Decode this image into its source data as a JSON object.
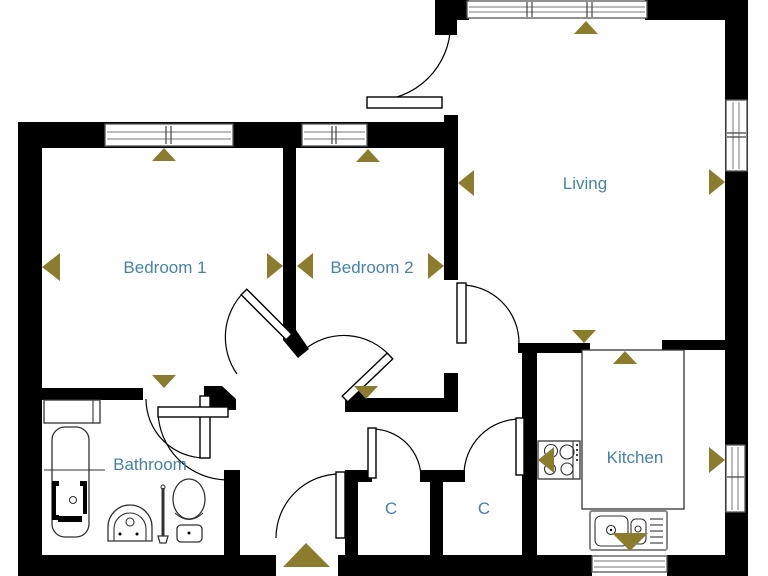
{
  "rooms": {
    "living": {
      "label": "Living"
    },
    "bedroom1": {
      "label": "Bedroom 1"
    },
    "bedroom2": {
      "label": "Bedroom 2"
    },
    "bathroom": {
      "label": "Bathroom"
    },
    "kitchen": {
      "label": "Kitchen"
    },
    "closet1": {
      "label": "C"
    },
    "closet2": {
      "label": "C"
    }
  },
  "colors": {
    "wall": "#000000",
    "background": "#FFFFFF",
    "label_text": "#4783A6",
    "arrow": "#8B7D2D",
    "fixture_line": "#333333",
    "window_frame": "#555555"
  },
  "arrows": [
    {
      "name": "bedroom1-window-arrow",
      "direction": "up"
    },
    {
      "name": "bedroom1-left-arrow",
      "direction": "left"
    },
    {
      "name": "bedroom1-right-arrow",
      "direction": "right"
    },
    {
      "name": "bedroom1-bottom-arrow",
      "direction": "down"
    },
    {
      "name": "bedroom2-window-arrow",
      "direction": "up"
    },
    {
      "name": "bedroom2-left-arrow",
      "direction": "left"
    },
    {
      "name": "bedroom2-right-arrow",
      "direction": "right"
    },
    {
      "name": "bedroom2-bottom-arrow",
      "direction": "down"
    },
    {
      "name": "living-window-arrow",
      "direction": "up"
    },
    {
      "name": "living-left-arrow",
      "direction": "left"
    },
    {
      "name": "living-right-arrow",
      "direction": "right"
    },
    {
      "name": "living-bottom-arrow",
      "direction": "down"
    },
    {
      "name": "kitchen-top-arrow",
      "direction": "up"
    },
    {
      "name": "kitchen-left-arrow",
      "direction": "left"
    },
    {
      "name": "kitchen-right-arrow",
      "direction": "right"
    },
    {
      "name": "kitchen-bottom-arrow",
      "direction": "down"
    },
    {
      "name": "entrance-arrow",
      "direction": "up"
    }
  ],
  "fixtures": [
    "bathtub",
    "wash-basin",
    "toilet",
    "toilet-brush",
    "bathroom-shelf",
    "hob",
    "kitchen-counter",
    "kitchen-sink"
  ]
}
